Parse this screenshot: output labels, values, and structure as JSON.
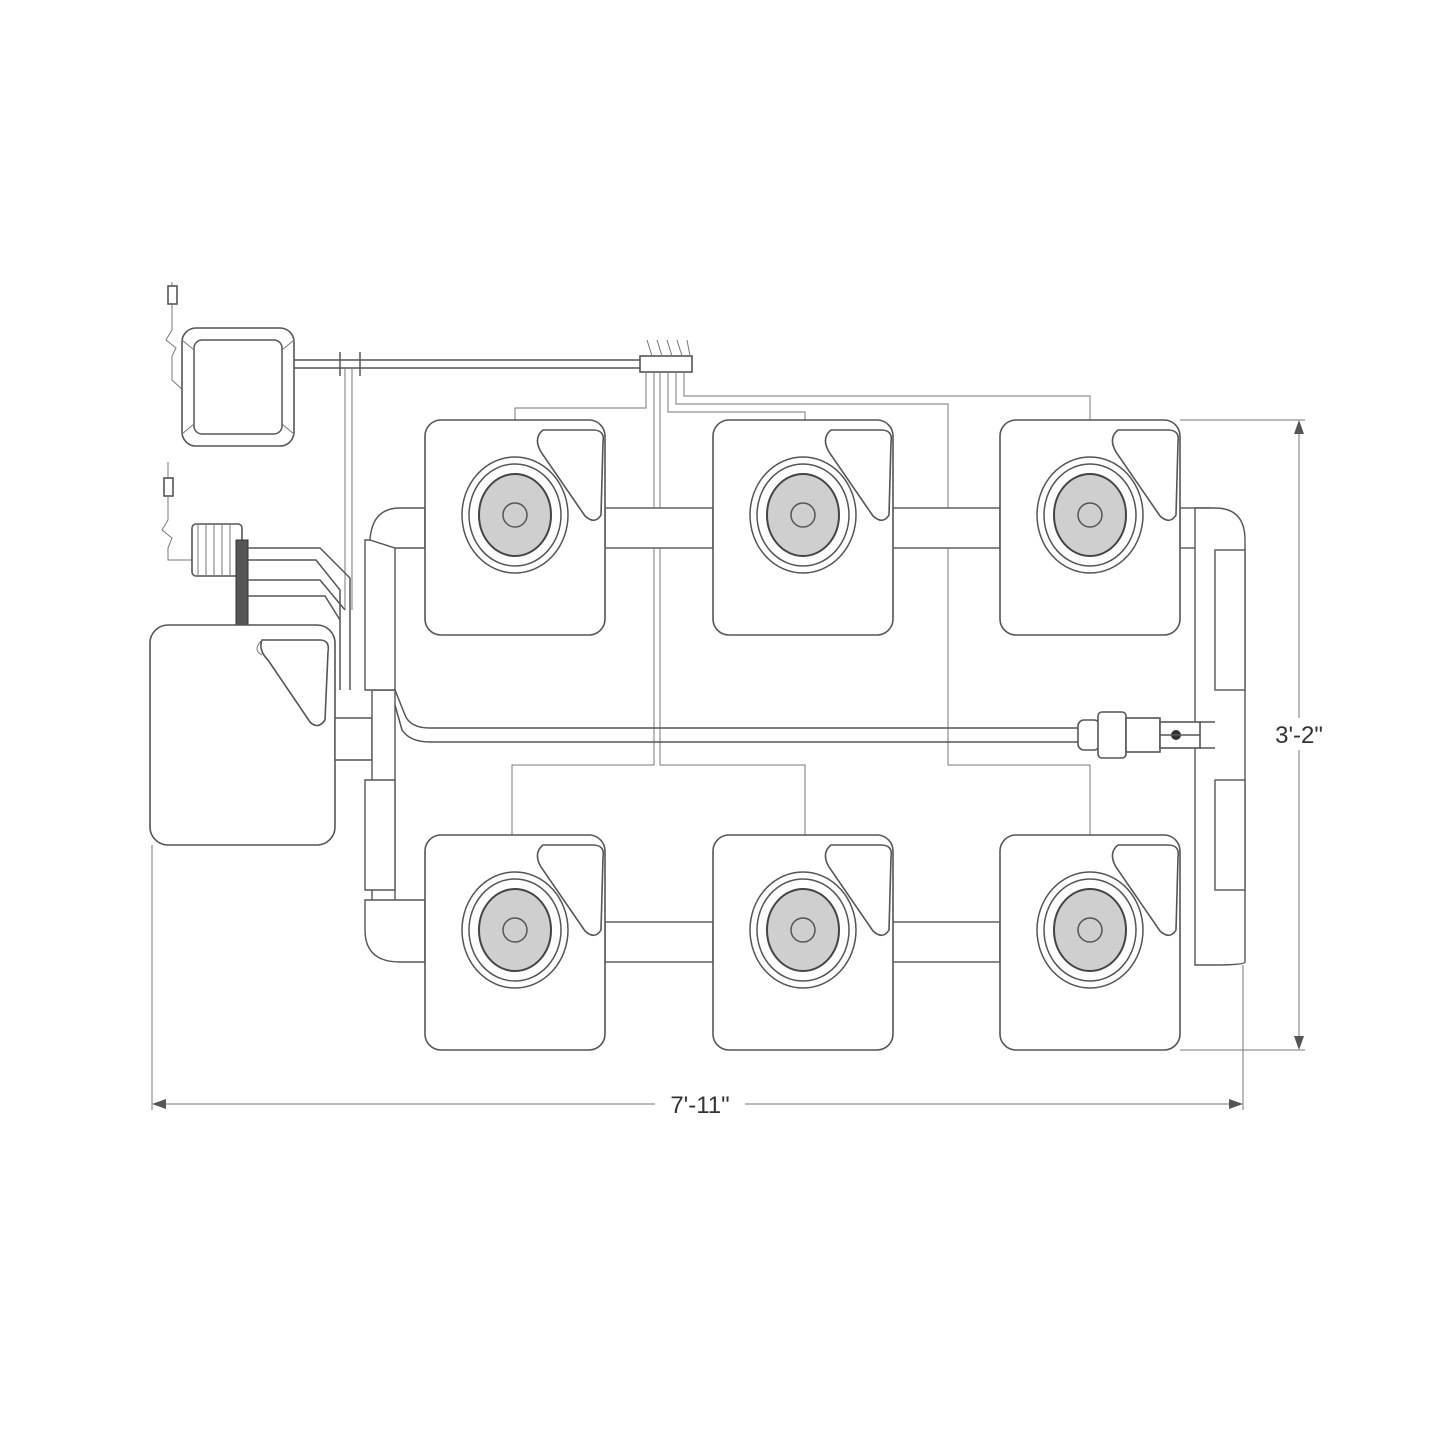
{
  "diagram": {
    "dimensions": {
      "width_label": "7'-11\"",
      "height_label": "3'-2\""
    },
    "sites": [
      {
        "id": "site-1",
        "row": "top"
      },
      {
        "id": "site-2",
        "row": "top"
      },
      {
        "id": "site-3",
        "row": "top"
      },
      {
        "id": "site-4",
        "row": "bottom"
      },
      {
        "id": "site-5",
        "row": "bottom"
      },
      {
        "id": "site-6",
        "row": "bottom"
      }
    ],
    "components": [
      "air-pump",
      "water-pump",
      "reservoir",
      "air-manifold",
      "drain-valve",
      "return-plumbing"
    ],
    "colors": {
      "line": "#555555",
      "background": "#ffffff"
    }
  }
}
